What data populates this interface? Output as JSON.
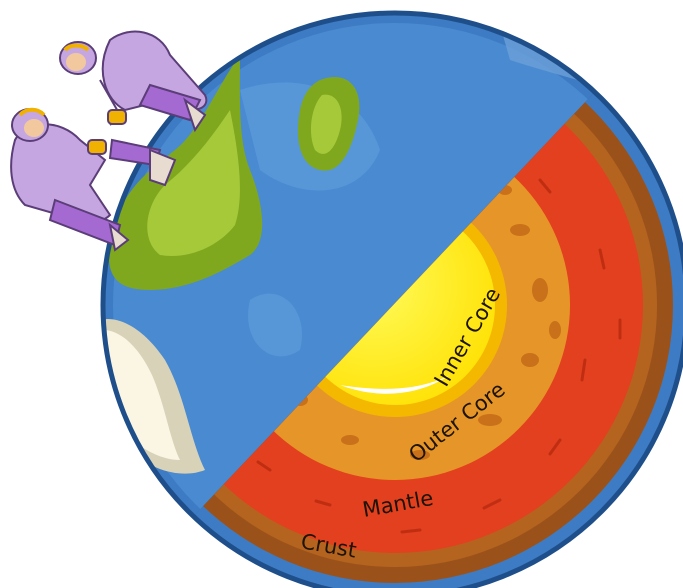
{
  "diagram": {
    "labels": {
      "inner_core": "Inner Core",
      "outer_core": "Outer Core",
      "mantle": "Mantle",
      "crust": "Crust"
    },
    "colors": {
      "ocean": "#3f7fc6",
      "land": "#8fb52b",
      "crust": "#a0551c",
      "mantle": "#e2401e",
      "outer_core": "#e79a2a",
      "inner_core": "#fff000",
      "suit": "#c6a6e0"
    }
  }
}
